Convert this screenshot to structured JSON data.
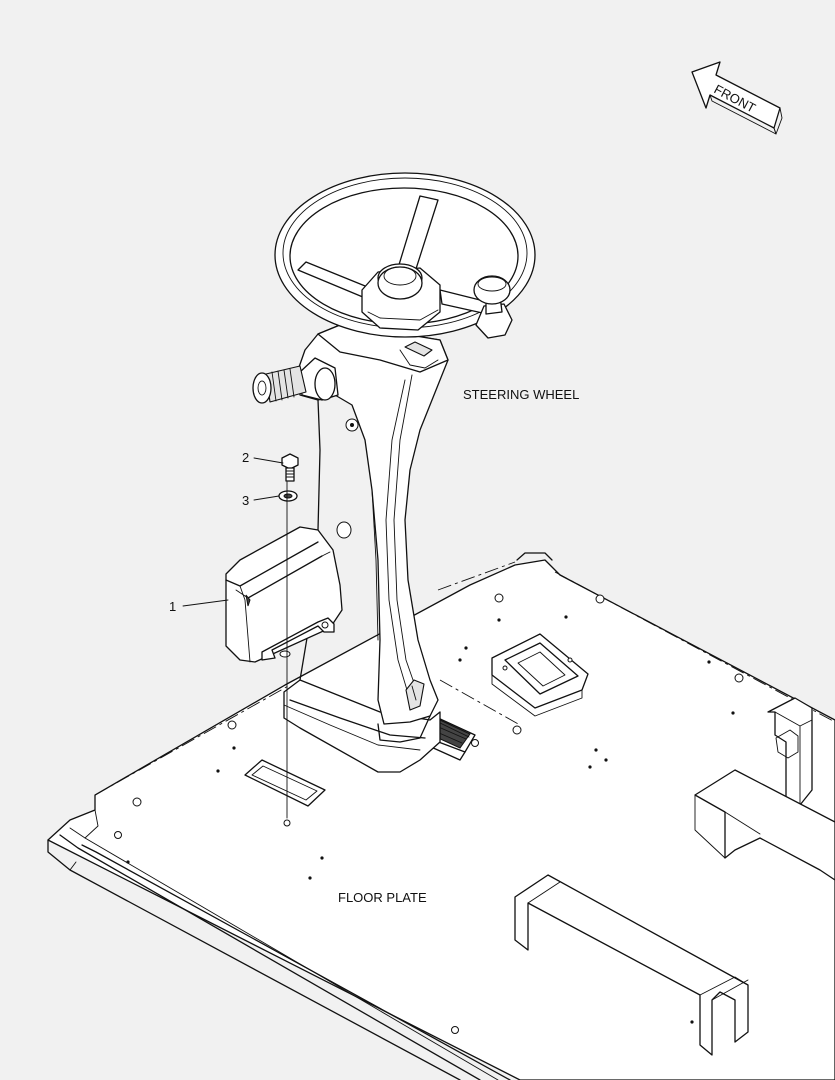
{
  "labels": {
    "front": "FRONT",
    "steering_wheel": "STEERING WHEEL",
    "floor_plate": "FLOOR PLATE"
  },
  "callouts": [
    "1",
    "2",
    "3"
  ],
  "colors": {
    "background": "#f1f1f1",
    "line": "#111111"
  }
}
